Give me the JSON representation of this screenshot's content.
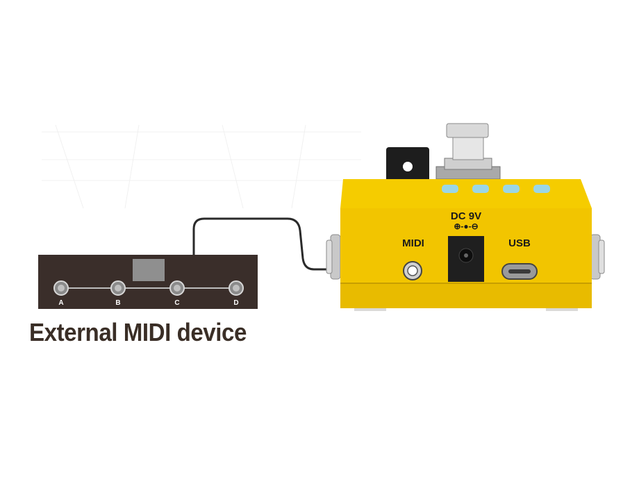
{
  "caption": "External MIDI device",
  "pedal": {
    "ports": {
      "dc": "DC 9V",
      "dc_polarity": "⊕-●-⊖",
      "midi": "MIDI",
      "usb": "USB"
    }
  },
  "controller": {
    "switches": [
      "A",
      "B",
      "C",
      "D"
    ]
  },
  "colors": {
    "pedal_body": "#F2C500",
    "controller_body": "#3A2E2A",
    "cable": "#2A2A2A",
    "caption_text": "#3A2E26"
  }
}
